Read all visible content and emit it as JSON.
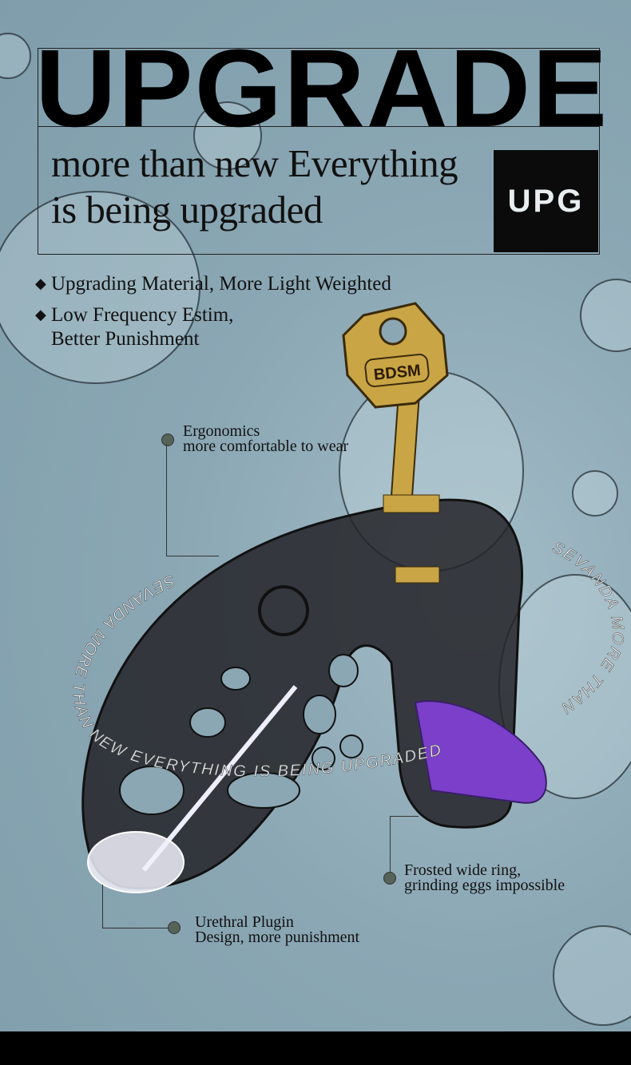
{
  "header": {
    "headline": "UPGRADE",
    "subtitle_line1": "more than new Everything",
    "subtitle_line2": "is being upgraded",
    "badge": "UPG"
  },
  "features": [
    {
      "icon": "diamond-bullet",
      "lines": [
        "Upgrading Material, More Light Weighted"
      ]
    },
    {
      "icon": "diamond-bullet",
      "lines": [
        "Low Frequency Estim,",
        "Better Punishment"
      ]
    }
  ],
  "product": {
    "key_label": "BDSM",
    "ring_text": "SEVANDA MORE THAN NEW EVERYTHING IS BEING UPGRADED",
    "right_text": "SEVANDA MORE THAN",
    "colors": {
      "key": "#c9a545",
      "body": "#2a2a2e",
      "accent": "#7b3fc9",
      "background": "#8ba7b4"
    }
  },
  "callouts": [
    {
      "title": "Ergonomics",
      "detail": "more comfortable to wear"
    },
    {
      "title": "Frosted wide ring,",
      "detail": "grinding eggs impossible"
    },
    {
      "title": "Urethral Plugin",
      "detail": "Design, more punishment"
    }
  ]
}
